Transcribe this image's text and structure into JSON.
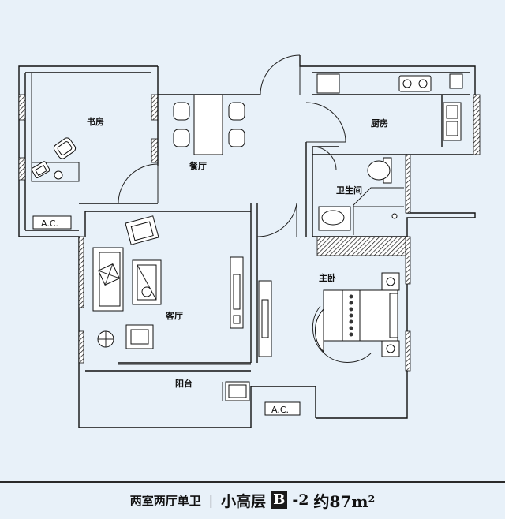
{
  "rooms": {
    "study": "书房",
    "dining": "餐厅",
    "kitchen": "厨房",
    "bathroom": "卫生间",
    "master_bedroom": "主卧",
    "living": "客厅",
    "balcony": "阳台"
  },
  "ac_label": "A.C.",
  "caption": {
    "layout": "两室两厅单卫",
    "separator": "|",
    "floor_type": "小高层",
    "unit_code": "B",
    "unit_suffix": "-2",
    "area": "约87m²"
  }
}
